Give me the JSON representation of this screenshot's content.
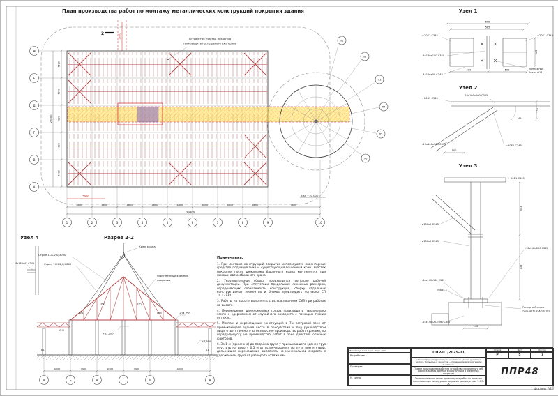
{
  "sheet": {
    "title": "План производства работ по монтажу металлических конструкций покрытия здания",
    "format_label": "Формат А2"
  },
  "plan": {
    "annotation_line1": "Устройство участка покрытия",
    "annotation_line2": "производить после демонтажа крана",
    "section_mark": "2",
    "axes_left": [
      "Ж",
      "Е",
      "Д",
      "Г",
      "В",
      "А"
    ],
    "axes_bottom": [
      "1",
      "2",
      "3",
      "4",
      "5",
      "6",
      "7",
      "8",
      "9",
      "10"
    ],
    "points": [
      "П1",
      "П2",
      "П3",
      "П4",
      "П5",
      "П6"
    ],
    "dims_left": [
      "4600",
      "4000",
      "4900",
      "4000",
      "4000"
    ],
    "dim_total_left": "22800",
    "dims_bottom": [
      "4600",
      "4600",
      "4600",
      "4600",
      "4600",
      "4600",
      "4600",
      "4600",
      "2600"
    ],
    "dim_total_bottom": "39400",
    "crane_dim_v": "5000",
    "crane_dim_h": "5000",
    "view_mark": "Вид +30,000"
  },
  "node1": {
    "title": "Узел 1",
    "dim_665": "665",
    "dim_565": "565",
    "dim_345": "345",
    "dim_500a": "500",
    "dim_500b": "500",
    "beam_left": "⌐20Б1 С345",
    "beam_right": "⌐20Б1 С345",
    "plate_mid": "-6х150х150 С345",
    "plate_bottom": "-4х150х50 С345",
    "bolts_line1": "Монтажные",
    "bolts_line2": "болты Ф16"
  },
  "node2": {
    "title": "Узел 2",
    "beam_top": "⌐20Б1 С345",
    "plate_top": "-10х100х100 С345",
    "plate_bottom": "-10х100х100 С345",
    "beam_bottom": "⌐20Б1 С345",
    "dim_125": "125",
    "dim_100": "100",
    "angle": "45°"
  },
  "node3": {
    "title": "Узел 3",
    "beam_top": "⌐20Б1 С345",
    "pipe1": "ø150х5 С345",
    "pipe2": "ø150х5 С345",
    "dim_653": "653",
    "dim_736": "736",
    "dim_140": "140",
    "plate_right": "-16х240х220 С345",
    "embed": "МВ35.1",
    "plate_left": "-10х140х130 С345",
    "plate_bottom": "-14х14х12 L=280 С345",
    "anchor_line1": "Распорный анкер",
    "anchor_line2": "типа HILTI HSA 16х182"
  },
  "node4": {
    "title": "Узел 4",
    "plate": "-6х183х47 С345"
  },
  "section": {
    "title": "Разрез 2-2",
    "hook": "Крюк крана",
    "sling1": "Строп 1СК-2,0/3000",
    "sling2": "Строп 1СК-2,0/6800",
    "element_line1": "Укрупнённый элемент",
    "element_line2": "покрытия",
    "elev_ridge": "+14,750",
    "elev_mid": "+12,200",
    "elev_right": "+4,950",
    "tags": [
      "ПР1",
      "ПР2",
      "ПР3",
      "ПР5",
      "СН9",
      "Б1"
    ],
    "axes": [
      "А",
      "Б",
      "В",
      "Г",
      "Д",
      "Ж"
    ],
    "dims": [
      "4000",
      "2900",
      "4300",
      "2900",
      "4000"
    ]
  },
  "notes": {
    "title": "Примечания:",
    "items": [
      "1. При монтаже конструкций покрытия используются инвентарные средства подмащивания и существующий башенный кран. Участок покрытия после демонтажа башенного крана монтируется при помощи автомобильного крана.",
      "2. Укрупнительная сборка производится согласно рабочей документации. При отсутствии предельных линейных размеров, определяющих собираемость конструкций, сборку отдельных конструктивных элементов и блоков производить согласно СП 70.13330.",
      "3. Работы на высоте выполнять с использованием СИЗ при работах на высоте.",
      "4. Перемещение длинномерных грузов производить параллельно земле с удержанием от случайного разворота с помощью гибких оттяжек.",
      "5. Монтаж и перемещение конструкций в 7-и метровой зоне от примыкающего здания вести в присутствии и под руководством лица, ответственного за безопасное производство работ кранами, по наряду-допуску на производство работ в зоне действия опасных факторов.",
      "6. За 1 м (примерно) до подъёма груза у примыкающего здания груз опустить на высоту 0,5 м от встречающихся на пути препятствий, дальнейшее перемещение выполнять на минимальной скорости с удержанием груза от разворота оттяжками."
    ]
  },
  "titleblock": {
    "doc_number": "ППР-01/2025-01",
    "project": "«Реконструкция (реновация) комплекса зданий /училище жилого, больница и зачистка — помещение для картинной выставки»",
    "description": "Проект производства работ на устройство монолитного ж/б каркаса здания, монтаж м/конструкций и элементов покрытия",
    "sheet_name": "Технологическая схема производства работ по монтажу металлических конструкций покрытия здания, в осях 1-9/А-Ж",
    "header_row": "Изм.  Кол.уч  Лист  №док.  Подп.  Дата",
    "roles": [
      "Разработал",
      "Проверил",
      "Н. контр."
    ],
    "stage_label": "Стадия",
    "sheet_label": "Лист",
    "sheets_label": "Листов",
    "stage": "Р",
    "sheet": "5",
    "sheets": "7",
    "logo": "ППР48"
  }
}
